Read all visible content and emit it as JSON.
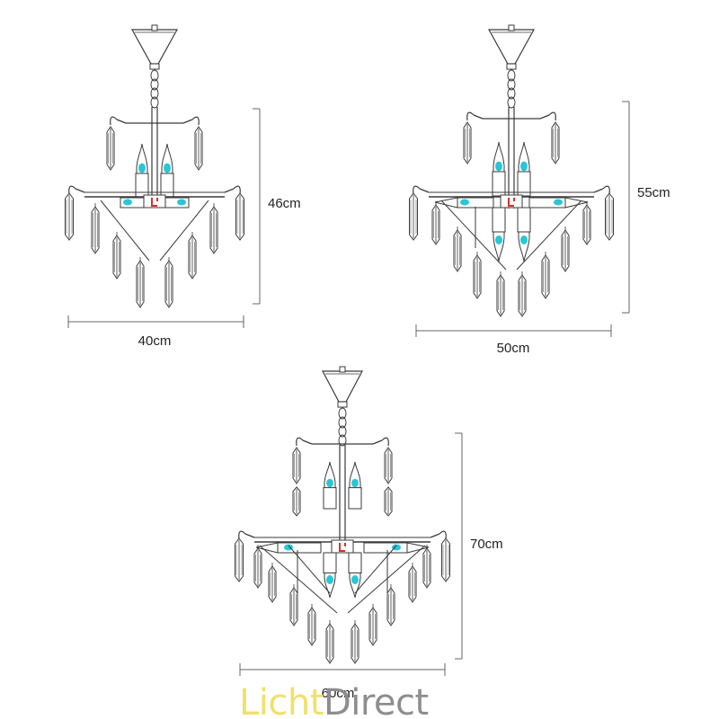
{
  "colors": {
    "line": "#3a3a3a",
    "dimension": "#666666",
    "bulb": "#29c6d6",
    "bulb_dim": "#9ee3ea",
    "detail_red": "#d8322a",
    "brand_licht": "#f2e06a",
    "brand_direct": "#8e8e8e"
  },
  "chandeliers": [
    {
      "id": "small",
      "width_label": "40cm",
      "height_label": "46cm"
    },
    {
      "id": "medium",
      "width_label": "50cm",
      "height_label": "55cm"
    },
    {
      "id": "large",
      "width_label": "60cm",
      "height_label": "70cm"
    }
  ],
  "brand": {
    "part1": "Licht",
    "part2": "Direct"
  }
}
